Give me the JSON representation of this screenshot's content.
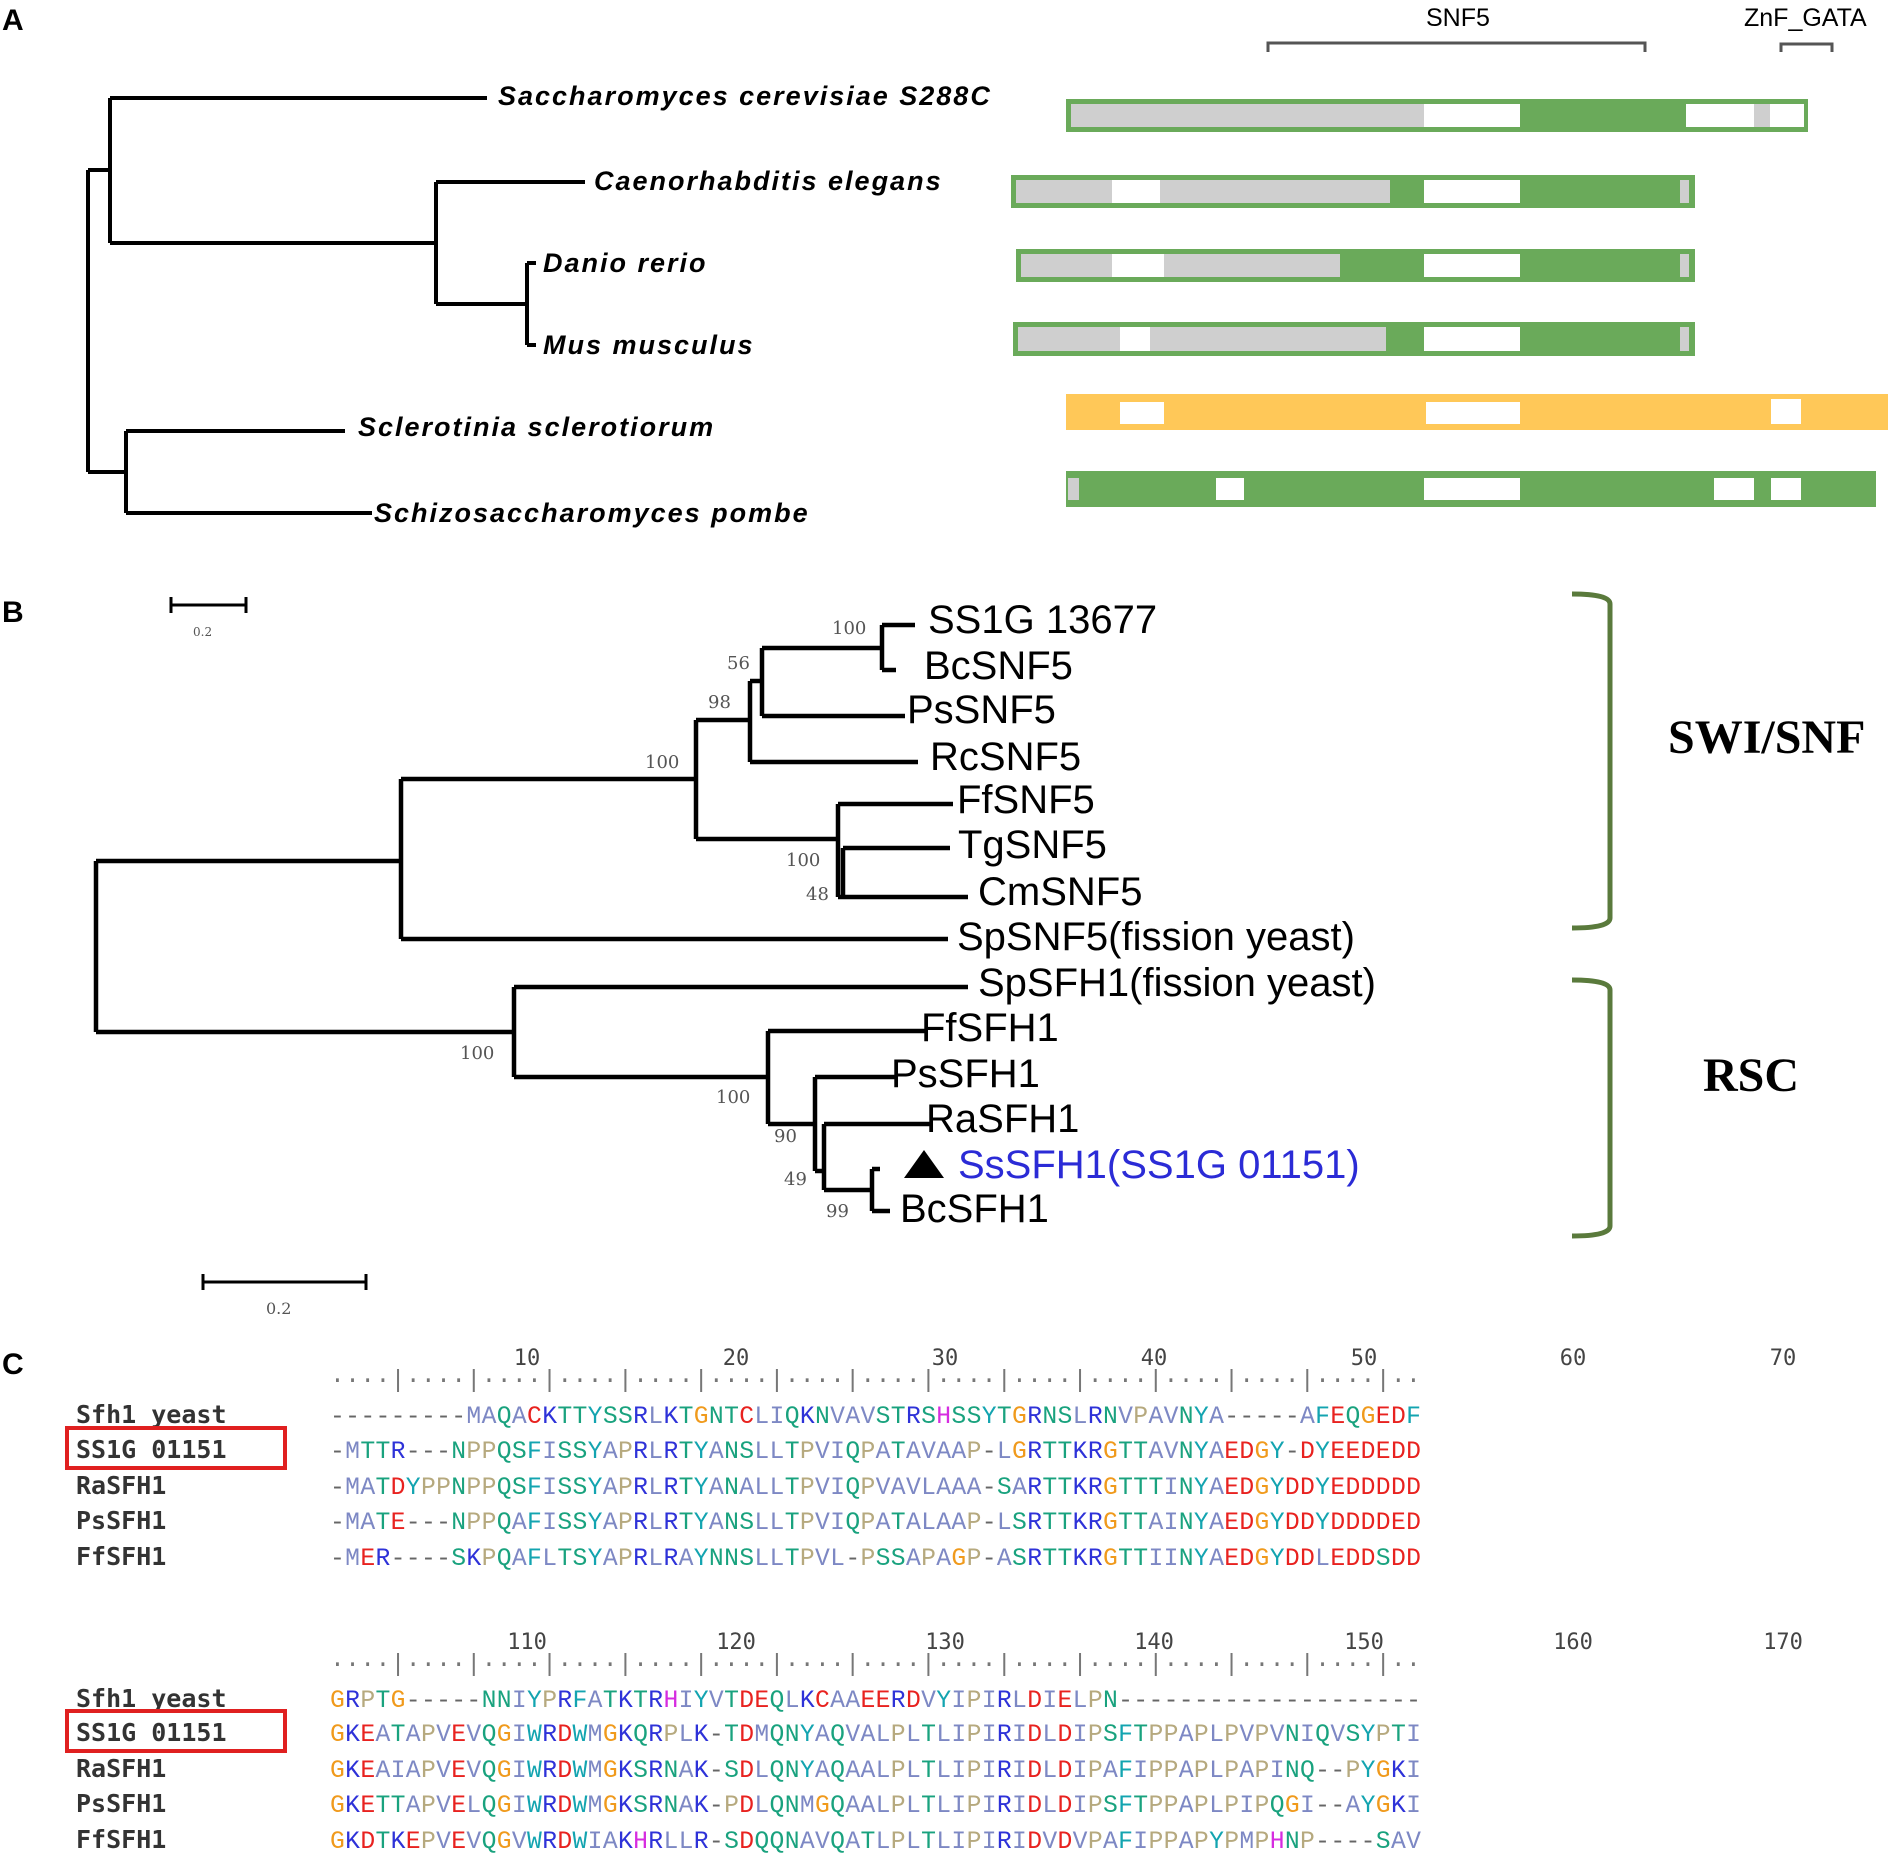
{
  "panels": {
    "a": "A",
    "b": "B",
    "c": "C"
  },
  "panel_a": {
    "domain_labels": {
      "snf5": "SNF5",
      "znf": "ZnF_GATA"
    },
    "species": [
      "Saccharomyces cerevisiae S288C",
      "Caenorhabditis elegans",
      "Danio rerio",
      "Mus musculus",
      "Sclerotinia sclerotiorum",
      "Schizosaccharomyces pombe"
    ],
    "colors": {
      "green": "#6aaa5a",
      "grey": "#cfcfcf",
      "orange": "#ffc858"
    }
  },
  "panel_b": {
    "taxa": [
      "SS1G 13677",
      "BcSNF5",
      "PsSNF5",
      "RcSNF5",
      "FfSNF5",
      "TgSNF5",
      "CmSNF5",
      "SpSNF5(fission yeast)",
      "SpSFH1(fission yeast)",
      "FfSFH1",
      "PsSFH1",
      "RaSFH1",
      "SsSFH1(SS1G 01151)",
      "BcSFH1"
    ],
    "bootstrap": [
      "100",
      "56",
      "98",
      "100",
      "100",
      "48",
      "100",
      "100",
      "90",
      "49",
      "99"
    ],
    "scale": {
      "top": "0.2",
      "bottom": "0.2"
    },
    "groups": {
      "swi": "SWI/SNF",
      "rsc": "RSC"
    },
    "colors": {
      "highlight": "#2b2bd6",
      "bracket": "#5a7a3c"
    }
  },
  "panel_c": {
    "blocks": [
      {
        "ruler_numbers": [
          "10",
          "20",
          "30",
          "40",
          "50",
          "60",
          "70"
        ],
        "ruler": "····|····|····|····|····|····|····|····|····|····|····|····|····|····|··",
        "names": [
          "Sfh1 yeast",
          "SS1G 01151",
          "RaSFH1",
          "PsSFH1",
          "FfSFH1"
        ],
        "seqs": [
          "---------MAQACKTTYSSRLKTGNTCLIQKNVAVSTRSHSSYTGRNSLRNVPAVNYA-----AFEQGEDF",
          "-MTTR---NPPQSFISSYAPRLRTYANSLLTPVIQPATAVAAP-LGRTTKRGTTAVNYAEDGY-DYEEDEDD",
          "-MATDYPPNPPQSFISSYAPRLRTYANALLTPVIQPVAVLAAA-SARTTKRGTTTINYAEDGYDDYEDDDDD",
          "-MATE---NPPQAFISSYAPRLRTYANSLLTPVIQPATALAAP-LSRTTKRGTTAINYAEDGYDDYDDDDED",
          "-MER----SKPQAFLTSYAPRLRAYNNSLLTPVL-PSSAPAGP-ASRTTKRGTTIINYAEDGYDDLEDDSDD"
        ]
      },
      {
        "ruler_numbers": [
          "110",
          "120",
          "130",
          "140",
          "150",
          "160",
          "170"
        ],
        "ruler": "····|····|····|····|····|····|····|····|····|····|····|····|····|····|··",
        "names": [
          "Sfh1 yeast",
          "SS1G 01151",
          "RaSFH1",
          "PsSFH1",
          "FfSFH1"
        ],
        "seqs": [
          "GRPTG-----NNIYPRFATKTRHIYVTDEQLKCAAEERDVYIPIRLDIELPN--------------------",
          "GKEATAPVEVQGIWRDWMGKQRPLK-TDMQNYAQVALPLTLIPIRIDLDIPSFTPPAPLPVPVNIQVSYPTI",
          "GKEAIAPVEVQGIWRDWMGKSRNAK-SDLQNYAQAALPLTLIPIRIDLDIPAFIPPAPLPAPINQ--PYGKI",
          "GKETTAPVELQGIWRDWMGKSRNAK-PDLQNMGQAALPLTLIPIRIDLDIPSFTPPAPLPIPQGI--AYGKI",
          "GKDTKEPVEVQGVWRDWIAKHRLLR-SDQQNAVQATLPLTLIPIRIDVDVPAFIPPAPYPMPHNP----SAV"
        ]
      }
    ],
    "residue_colors": {
      "acidic": "#e8221f",
      "basic": "#2e32d8",
      "polar": "#19a27e",
      "hydrophobic": "#7d88c4",
      "pro": "#b6a97e",
      "gly": "#f09a1c",
      "cys": "#e8221f",
      "his": "#d62ce0",
      "aromatic": "#13a4b0",
      "gap": "#666666"
    },
    "box_color": "#e02020"
  }
}
